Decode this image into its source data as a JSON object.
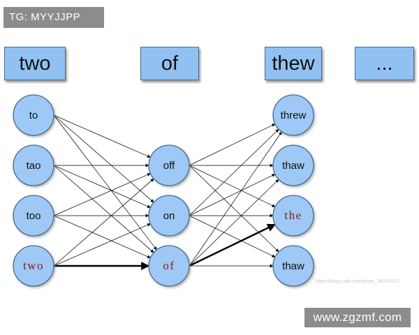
{
  "watermark_top": "TG: MYYJJPP",
  "watermark_bottom": "www.zgzmf.com",
  "watermark_faint": "https://blog.csdn.net/weixin_38743413",
  "headers": [
    "two",
    "of",
    "thew",
    "..."
  ],
  "columns": [
    {
      "nodes": [
        {
          "label": "to"
        },
        {
          "label": "tao"
        },
        {
          "label": "too"
        },
        {
          "label": "two",
          "highlight": true
        }
      ]
    },
    {
      "nodes": [
        {
          "label": "off"
        },
        {
          "label": "on"
        },
        {
          "label": "of",
          "highlight": true
        }
      ]
    },
    {
      "nodes": [
        {
          "label": "threw"
        },
        {
          "label": "thaw"
        },
        {
          "label": "the",
          "highlight": true
        },
        {
          "label": "thaw"
        }
      ]
    }
  ],
  "best_path": [
    [
      0,
      3
    ],
    [
      1,
      2
    ],
    [
      2,
      2
    ]
  ],
  "colors": {
    "node_fill": "#9ec8f5",
    "node_stroke": "#4a6a8a",
    "highlight_text": "#8b1a1a",
    "header_fill": "#91c1f2"
  }
}
